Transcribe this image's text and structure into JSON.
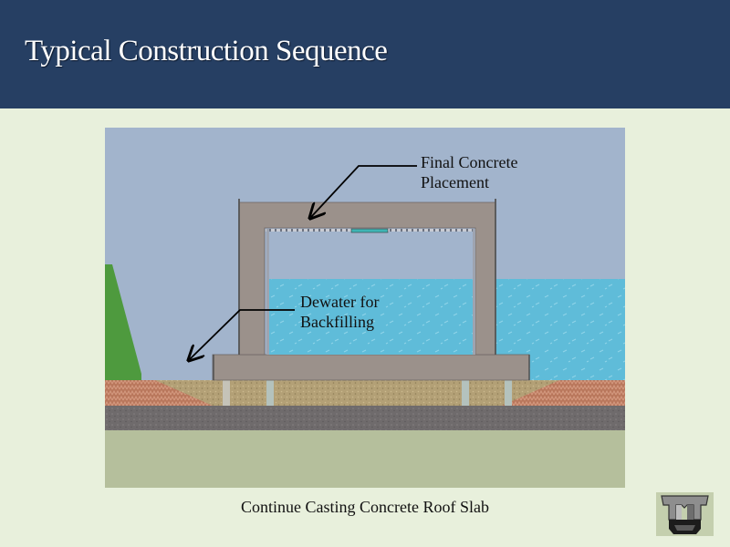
{
  "header": {
    "title": "Typical Construction Sequence"
  },
  "diagram": {
    "callouts": [
      {
        "line1": "Final Concrete",
        "line2": "Placement",
        "target": "roof slab"
      },
      {
        "line1": "Dewater for",
        "line2": "Backfilling",
        "target": "left backfill area"
      }
    ],
    "colors": {
      "sky": "#a2b4cc",
      "concrete": "#9b918b",
      "water": "#5fbcd9",
      "hill": "#4e9a3e",
      "gravel": "#b3a076",
      "brick": "#b9775c",
      "bedding": "#6f6b6c",
      "ground": "#b5bf9c"
    }
  },
  "caption": "Continue Casting Concrete Roof Slab",
  "logo": {
    "name": "organization-logo"
  }
}
